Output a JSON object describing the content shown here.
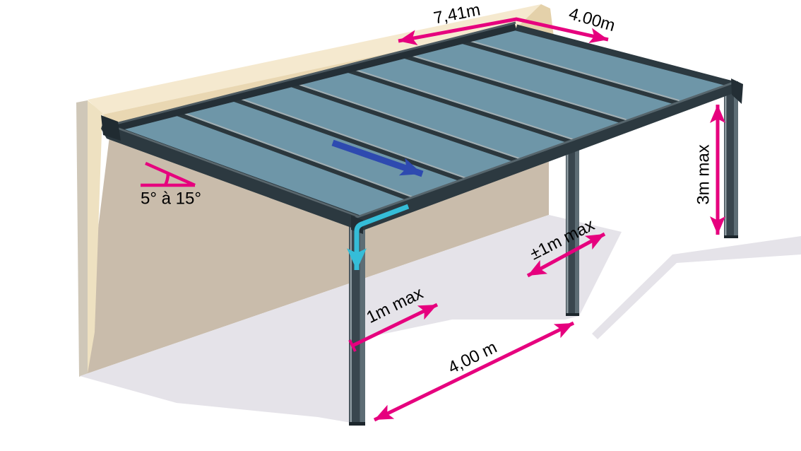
{
  "scene": {
    "labels": {
      "wall_width": "7,41m",
      "projection_depth": "4.00m",
      "roof_slope": "5° à 15°",
      "post_inset": "1m max",
      "mid_post_tolerance": "±1m max",
      "post_height": "3m max",
      "post_spacing": "4,00 m"
    },
    "colors": {
      "dimension": "#e6007e",
      "flow_arrow": "#2e4ab0",
      "drain_arrow": "#35bdd8",
      "roof_panel": "#6e96a8",
      "frame": "#2c3940",
      "wall_light": "#f5e9cf",
      "wall_face": "#e9d7b2",
      "wall_shadow": "#c9bcab",
      "ground_shadow": "#e5e3e9"
    }
  }
}
